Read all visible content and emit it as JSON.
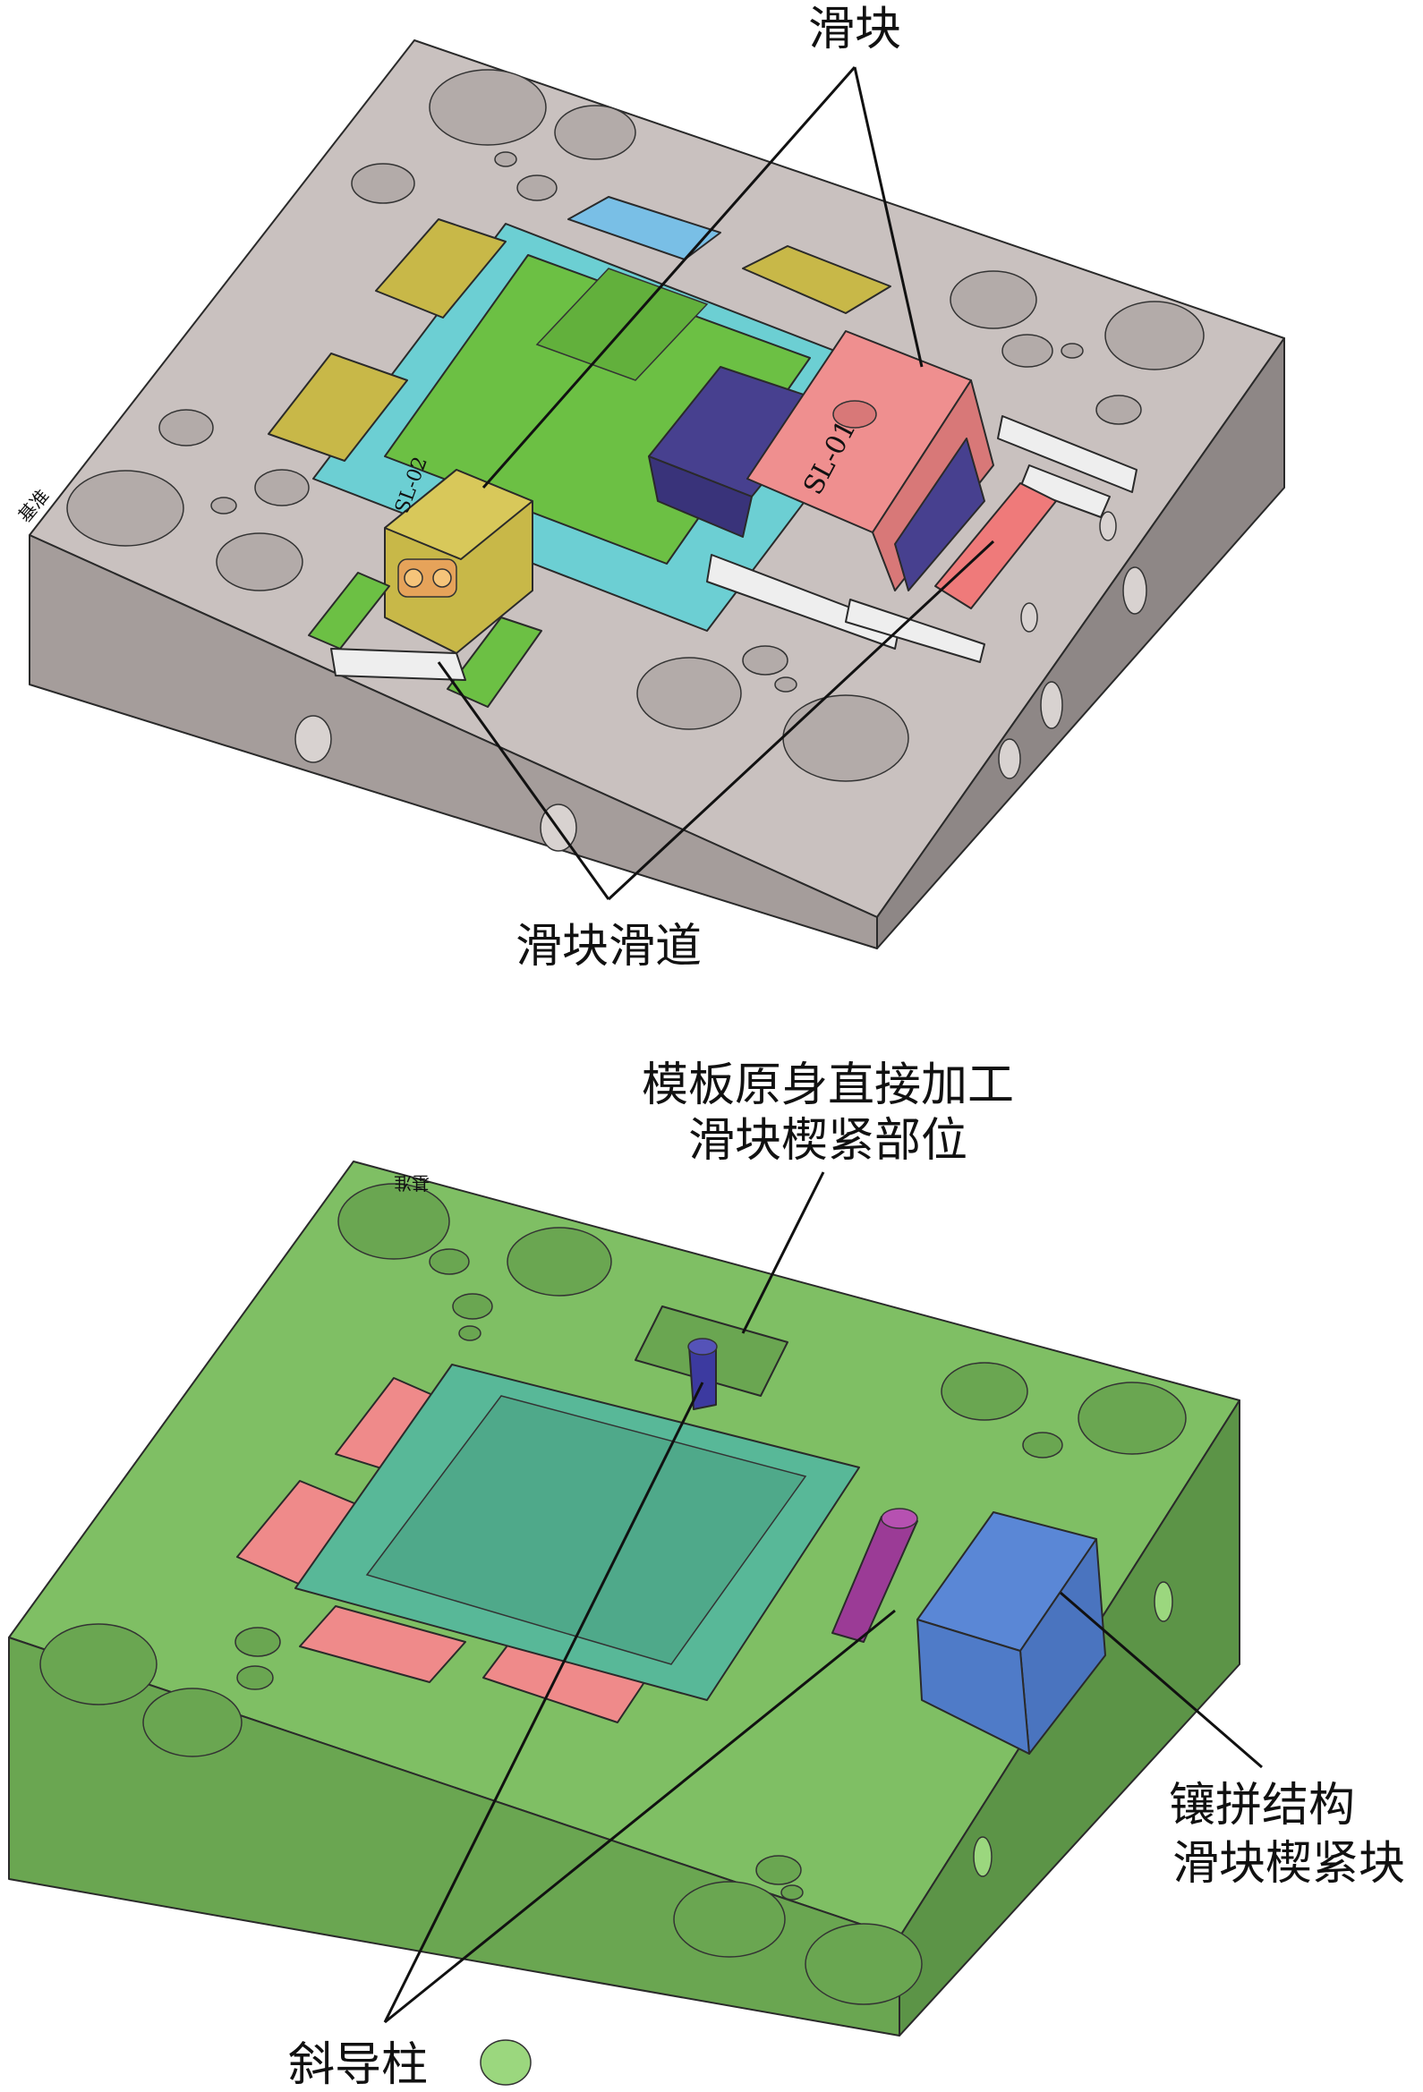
{
  "top_figure": {
    "labels": {
      "slider": "滑块",
      "slider_rail": "滑块滑道",
      "datum_mark": "基准",
      "part_mark_1": "SL-01",
      "part_mark_2": "SL-02"
    }
  },
  "bottom_figure": {
    "labels": {
      "wedge_line1": "模板原身直接加工",
      "wedge_line2": "滑块楔紧部位",
      "insert_line1": "镶拼结构",
      "insert_line2": "滑块楔紧块",
      "angle_pin": "斜导柱",
      "datum_mark": "基准"
    }
  },
  "colors": {
    "plate_grey_top": "#c9c1bf",
    "plate_grey_front": "#a59d9b",
    "plate_grey_side": "#8e8786",
    "plate_green_top": "#7fbf64",
    "plate_green_front": "#6aa651",
    "plate_green_side": "#5c9447",
    "cyan": "#6ccfd3",
    "olive": "#c8b848",
    "green_part": "#6cc044",
    "navy": "#47408f",
    "pink": "#ef8f8f",
    "teal": "#58b898",
    "salmon": "#ef8a8a",
    "purple": "#9b3b96",
    "blue": "#5a87d6",
    "light_blue": "#79bfe6",
    "white_rail": "#eeeeee"
  }
}
